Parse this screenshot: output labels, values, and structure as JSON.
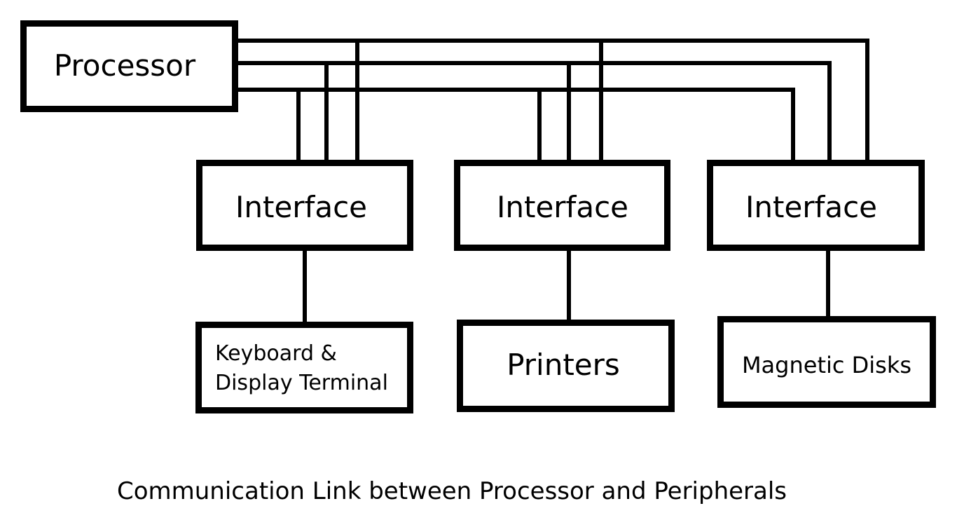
{
  "diagram": {
    "type": "block-diagram",
    "title": "Communication Link between Processor and Peripherals",
    "nodes": {
      "processor": {
        "label": "Processor"
      },
      "interfaces": [
        {
          "id": "interface-1",
          "label": "Interface"
        },
        {
          "id": "interface-2",
          "label": "Interface"
        },
        {
          "id": "interface-3",
          "label": "Interface"
        }
      ],
      "peripherals": [
        {
          "id": "keyboard-display",
          "label_lines": [
            "Keyboard &",
            "Display Terminal"
          ],
          "connected_to": "interface-1"
        },
        {
          "id": "printers",
          "label_lines": [
            "Printers"
          ],
          "connected_to": "interface-2"
        },
        {
          "id": "magnetic-disks",
          "label_lines": [
            "Magnetic Disks"
          ],
          "connected_to": "interface-3"
        }
      ]
    },
    "bus": {
      "line_count": 3,
      "description": "Three bus lines from Processor, each connecting to all three Interfaces"
    },
    "colors": {
      "stroke": "#000000",
      "background": "#ffffff",
      "text": "#000000"
    }
  }
}
